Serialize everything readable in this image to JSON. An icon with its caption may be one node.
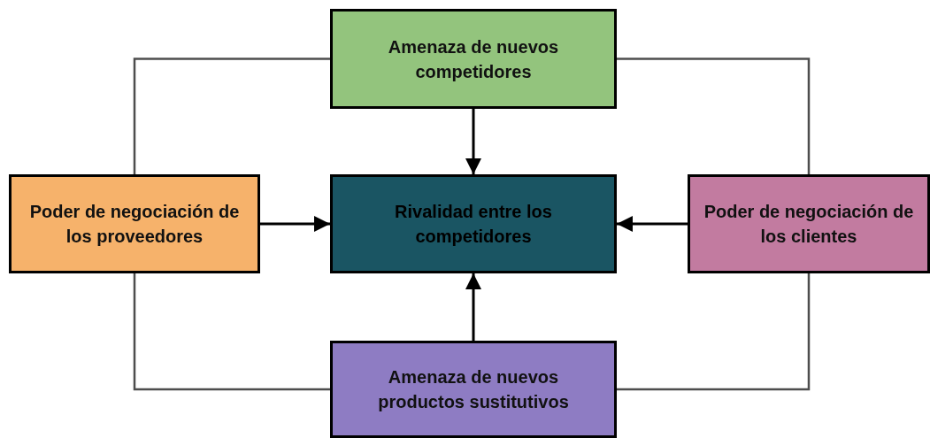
{
  "diagram": {
    "nodes": [
      {
        "text": [
          "Amenaza de nuevos competidores"
        ]
      },
      {
        "text": [
          "Poder de negociación de los proveedores"
        ]
      },
      {
        "text": [
          "Rivalidad entre los competidores"
        ]
      },
      {
        "text": [
          "Poder de negociación de los clientes"
        ]
      },
      {
        "text": [
          "Amenaza de nuevos productos sustitutivos"
        ]
      }
    ],
    "edges": [
      {
        "from": 0,
        "to": 2,
        "arrow": "to"
      },
      {
        "from": 1,
        "to": 2,
        "arrow": "to"
      },
      {
        "from": 3,
        "to": 2,
        "arrow": "to"
      },
      {
        "from": 4,
        "to": 2,
        "arrow": "to"
      },
      {
        "from": 0,
        "to": 1,
        "arrow": "none",
        "color": "#4d4d4d"
      },
      {
        "from": 0,
        "to": 3,
        "arrow": "none",
        "color": "#4d4d4d"
      },
      {
        "from": 1,
        "to": 4,
        "arrow": "none",
        "color": "#4d4d4d"
      },
      {
        "from": 3,
        "to": 4,
        "arrow": "none",
        "color": "#4d4d4d"
      }
    ]
  }
}
